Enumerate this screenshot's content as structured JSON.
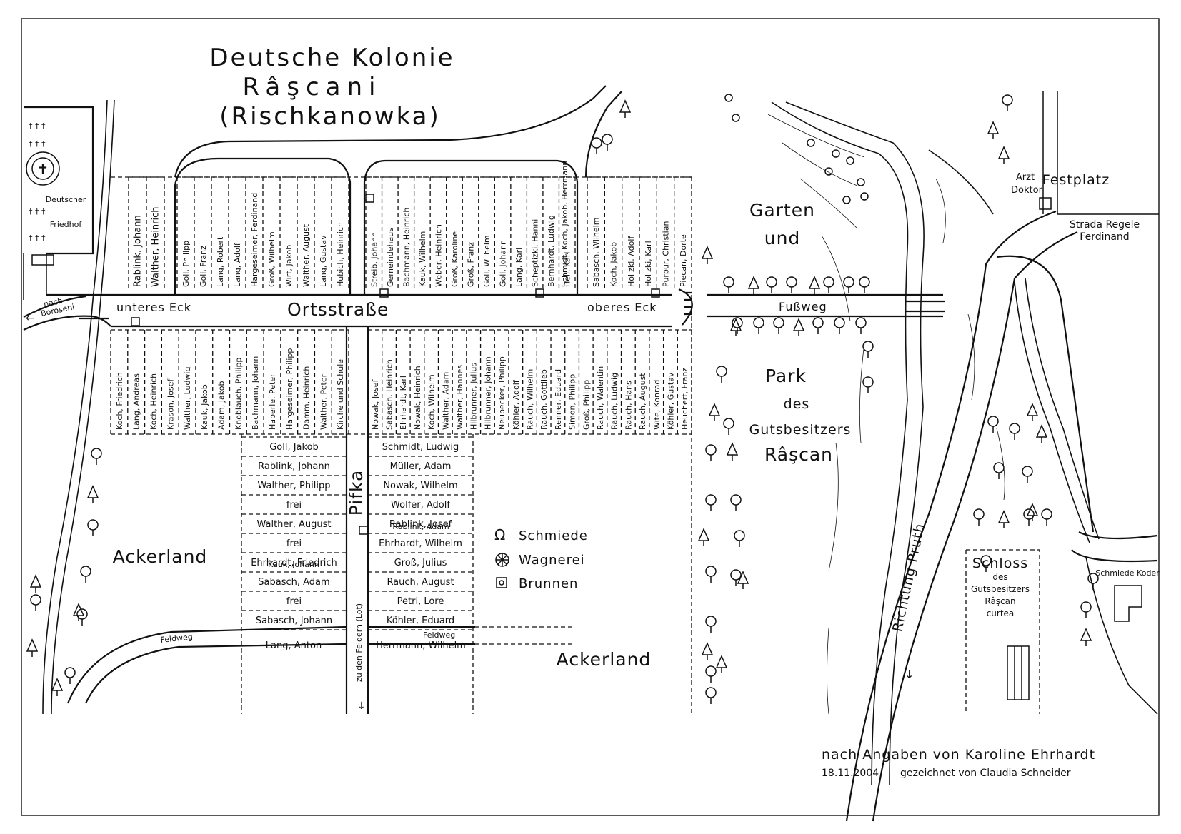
{
  "title": {
    "line1": "Deutsche Kolonie",
    "line2": "Râşcani",
    "line3": "(Rischkanowka)"
  },
  "places": {
    "cemetery_1": "Deutscher",
    "cemetery_2": "Friedhof",
    "nach_1": "nach",
    "nach_2": "Boroseni",
    "unteres_eck": "unteres Eck",
    "oberes_eck": "oberes Eck",
    "ortsstrasse": "Ortsstraße",
    "fussweg": "Fußweg",
    "garten_1": "Garten",
    "garten_2": "und",
    "park_1": "Park",
    "park_2": "des",
    "park_3": "Gutsbesitzers",
    "park_4": "Râşcan",
    "festplatz": "Festplatz",
    "arzt_1": "Arzt",
    "arzt_2": "Doktor",
    "strada_1": "Strada Regele",
    "strada_2": "Ferdinand",
    "pifka": "Pifka",
    "ackerland_left": "Ackerland",
    "ackerland_right": "Ackerland",
    "feldweg_left": "Feldweg",
    "feldweg_right": "Feldweg",
    "zu_den_feldern": "zu den Feldern (Lot)",
    "richtung_pruth": "Richtung Pruth",
    "schloss_1": "Schloss",
    "schloss_2": "des",
    "schloss_3": "Gutsbesitzers",
    "schloss_4": "Râşcan",
    "schloss_5": "curtea",
    "schmiede_koder": "Schmiede Koder"
  },
  "legend": {
    "schmiede": "Schmiede",
    "wagnerei": "Wagnerei",
    "brunnen": "Brunnen"
  },
  "credits": {
    "line1": "nach Angaben von Karoline Ehrhardt",
    "date": "18.11.2004",
    "drawn_by": "gezeichnet von Claudia Schneider"
  },
  "lots": {
    "north_block_left": [
      "Rablink, Johann",
      "Walther, Heinrich"
    ],
    "north_block_mid": [
      "Goll, Philipp",
      "Goll, Franz",
      "Lang, Robert",
      "Lang, Adolf",
      "Hargeseimer, Ferdinand",
      "Groß, Wilhelm",
      "Wirt, Jakob",
      "Walther, August",
      "Lang, Gustav",
      "Hubich, Heinrich"
    ],
    "north_block_right": [
      "Streib, Johann",
      "Gemeindehaus",
      "Bachmann, Heinrich",
      "Kauk, Wilhelm",
      "Weber, Heinrich",
      "Groß, Karoline",
      "Groß, Franz",
      "Goll, Wilhelm",
      "Goll, Johann",
      "Lang, Karl",
      "Scheptizki, Hanni",
      "Bernhardt, Ludwig",
      "Hell, Karl"
    ],
    "north_block_right_extra": "Schmidt, Koch, Jakob, Herrmann",
    "north_block_east": [
      "Sabasch, Wilhelm",
      "Koch, Jakob",
      "Holizki, Adolf",
      "Holizki, Karl",
      "Purpur, Christian",
      "Piecan, Dorte"
    ],
    "south_block_left": [
      "Koch, Friedrich",
      "Lang, Andreas",
      "Koch, Heinrich",
      "Krason, Josef",
      "Walther, Ludwig",
      "Kauk, Jakob",
      "Adam, Jakob",
      "Knoblauch, Philipp",
      "Bachmann, Johann",
      "Haperle, Peter",
      "Hargeseimer, Philipp",
      "Damm, Heinrich",
      "Walther, Peter",
      "Kirche und Schule"
    ],
    "south_block_right": [
      "Nowak, Josef",
      "Sabasch, Heinrich",
      "Ehrhardt, Karl",
      "Nowak, Heinrich",
      "Koch, Wilhelm",
      "Walther, Adam",
      "Walther, Hannes",
      "Hilbrunner, Julius",
      "Hilbrunner, Johann",
      "Neubecker, Philipp",
      "Köhler, Adolf",
      "Rauch, Wilhelm",
      "Rauch, Gottlieb",
      "Renner, Eduard",
      "Simon, Philipp",
      "Groß, Philipp",
      "Rauch, Walentin",
      "Rauch, Ludwig",
      "Rauch, Hans",
      "Rauch, August",
      "Wite, Konrad",
      "Köhler, Gustav",
      "Heuchert, Franz"
    ],
    "pifka_west": [
      "Goll, Jakob",
      "Rablink, Johann",
      "Walther, Philipp",
      "frei",
      "Walther, August",
      "frei",
      "Ehrhardt, Friedrich",
      "Sabasch, Adam",
      "frei",
      "Sabasch, Johann"
    ],
    "pifka_west_extra": "Kauk, Johann",
    "pifka_west_south": "Lang, Anton",
    "pifka_east": [
      "Schmidt, Ludwig",
      "Müller, Adam",
      "Nowak, Wilhelm",
      "Wolfer, Adolf",
      "Rablink, Josef",
      "Ehrhardt, Wilhelm",
      "Groß, Julius",
      "Rauch, August",
      "Petri, Lore",
      "Köhler, Eduard"
    ],
    "pifka_east_extra": "Rablink, Adam",
    "pifka_east_south": "Herrmann, Wilhelm"
  }
}
